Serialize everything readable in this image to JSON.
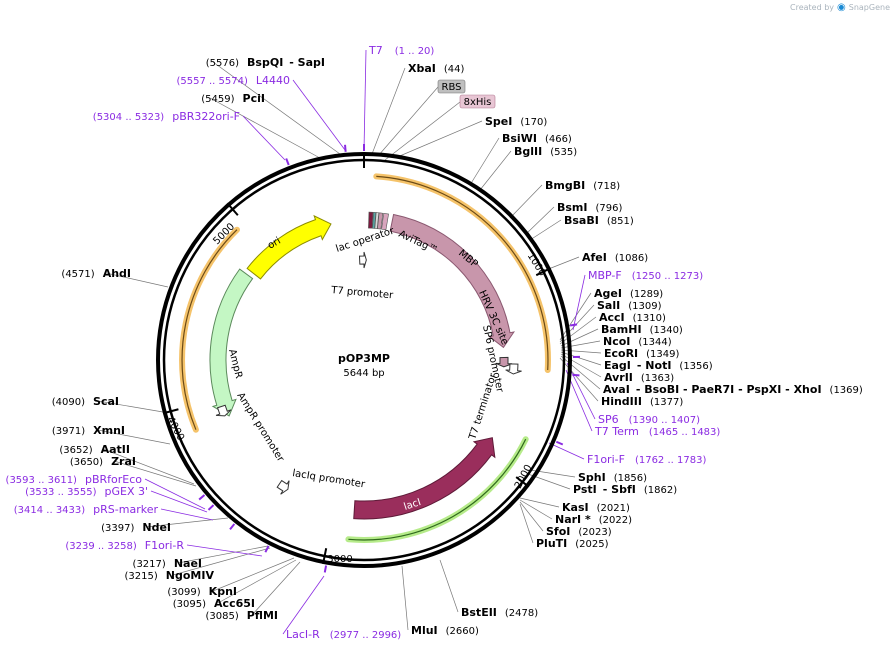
{
  "brand": {
    "created_by": "Created by",
    "app": "SnapGene"
  },
  "plasmid": {
    "name": "pOP3MP",
    "length": "5644 bp"
  },
  "ticks": [
    "1000",
    "2000",
    "3000",
    "4000",
    "5000"
  ],
  "colors": {
    "enzyme": "#000000",
    "primer": "#8a2be2",
    "mbp": "#c896ab",
    "laci": "#9a2e5c",
    "ampr": "#c4f7c4",
    "ori": "#ffff00",
    "orf_orange": "#f5c36a",
    "orf_green": "#b6eb8a"
  },
  "enzymes": [
    {
      "name": "BspQI",
      "pos": "(5576)",
      "extra": "- SapI"
    },
    {
      "name": "XbaI",
      "pos": "(44)"
    },
    {
      "name": "PciI",
      "pos": "(5459)"
    },
    {
      "name": "SpeI",
      "pos": "(170)"
    },
    {
      "name": "BsiWI",
      "pos": "(466)"
    },
    {
      "name": "BglII",
      "pos": "(535)"
    },
    {
      "name": "BmgBI",
      "pos": "(718)"
    },
    {
      "name": "BsmI",
      "pos": "(796)"
    },
    {
      "name": "BsaBI",
      "pos": "(851)"
    },
    {
      "name": "AfeI",
      "pos": "(1086)"
    },
    {
      "name": "AgeI",
      "pos": "(1289)"
    },
    {
      "name": "SalI",
      "pos": "(1309)"
    },
    {
      "name": "AccI",
      "pos": "(1310)"
    },
    {
      "name": "BamHI",
      "pos": "(1340)"
    },
    {
      "name": "NcoI",
      "pos": "(1344)"
    },
    {
      "name": "EcoRI",
      "pos": "(1349)"
    },
    {
      "name": "EagI",
      "pos": "(1356)",
      "extra": "- NotI"
    },
    {
      "name": "AvrII",
      "pos": "(1363)"
    },
    {
      "name": "AvaI",
      "pos": "(1369)",
      "extra": "- BsoBI   - PaeR7I   - PspXI   - XhoI"
    },
    {
      "name": "HindIII",
      "pos": "(1377)"
    },
    {
      "name": "SphI",
      "pos": "(1856)"
    },
    {
      "name": "PstI",
      "pos": "(1862)",
      "extra": "- SbfI"
    },
    {
      "name": "KasI",
      "pos": "(2021)"
    },
    {
      "name": "NarI *",
      "pos": "(2022)"
    },
    {
      "name": "SfoI",
      "pos": "(2023)"
    },
    {
      "name": "PluTI",
      "pos": "(2025)"
    },
    {
      "name": "BstEII",
      "pos": "(2478)"
    },
    {
      "name": "MluI",
      "pos": "(2660)"
    },
    {
      "name": "PflMI",
      "pos": "(3085)"
    },
    {
      "name": "Acc65I",
      "pos": "(3095)"
    },
    {
      "name": "KpnI",
      "pos": "(3099)"
    },
    {
      "name": "NgoMIV",
      "pos": "(3215)"
    },
    {
      "name": "NaeI",
      "pos": "(3217)"
    },
    {
      "name": "NdeI",
      "pos": "(3397)"
    },
    {
      "name": "ZraI",
      "pos": "(3650)"
    },
    {
      "name": "AatII",
      "pos": "(3652)"
    },
    {
      "name": "XmnI",
      "pos": "(3971)"
    },
    {
      "name": "ScaI",
      "pos": "(4090)"
    },
    {
      "name": "AhdI",
      "pos": "(4571)"
    }
  ],
  "primers": [
    {
      "name": "T7",
      "range": "(1 .. 20)"
    },
    {
      "name": "L4440",
      "range": "(5557 .. 5574)"
    },
    {
      "name": "pBR322ori-F",
      "range": "(5304 .. 5323)"
    },
    {
      "name": "MBP-F",
      "range": "(1250 .. 1273)"
    },
    {
      "name": "SP6",
      "range": "(1390 .. 1407)"
    },
    {
      "name": "T7 Term",
      "range": "(1465 .. 1483)"
    },
    {
      "name": "F1ori-F",
      "range": "(1762 .. 1783)"
    },
    {
      "name": "pBRforEco",
      "range": "(3593 .. 3611)"
    },
    {
      "name": "pGEX 3'",
      "range": "(3533 .. 3555)"
    },
    {
      "name": "pRS-marker",
      "range": "(3414 .. 3433)"
    },
    {
      "name": "F1ori-R",
      "range": "(3239 .. 3258)"
    },
    {
      "name": "LacI-R",
      "range": "(2977 .. 2996)"
    }
  ],
  "features": {
    "rbs": "RBS",
    "his": "8xHis",
    "avitag": "AviTag™",
    "lac_operator": "lac operator",
    "t7_promoter": "T7 promoter",
    "mbp": "MBP",
    "hrv": "HRV 3C site",
    "sp6_promoter": "SP6 promoter",
    "t7_terminator": "T7 terminator",
    "laci": "lacI",
    "laciq_promoter": "lacIq promoter",
    "ampr": "AmpR",
    "ampr_promoter": "AmpR promoter",
    "ori": "ori"
  }
}
